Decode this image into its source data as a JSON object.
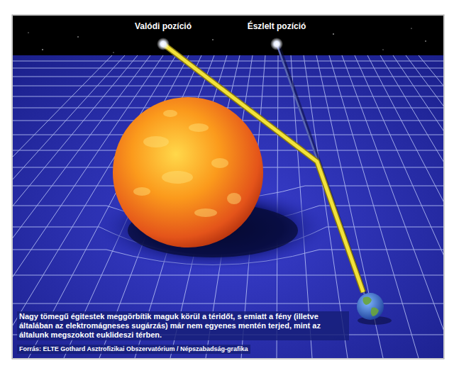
{
  "diagram": {
    "caption": "Nagy tömegű égitestek meggörbítik maguk körül a téridőt, s emiatt a fény (illetve általában az elektromágneses sugárzás) már nem egyenes mentén terjed, mint az általunk megszokott euklideszi térben.",
    "labels": [
      "Valódi pozíció",
      "Észlelt pozíció",
      "Forrás: ELTE Gothard Asztrofizikai Obszervatórium / Népszabadság-grafika"
    ]
  }
}
